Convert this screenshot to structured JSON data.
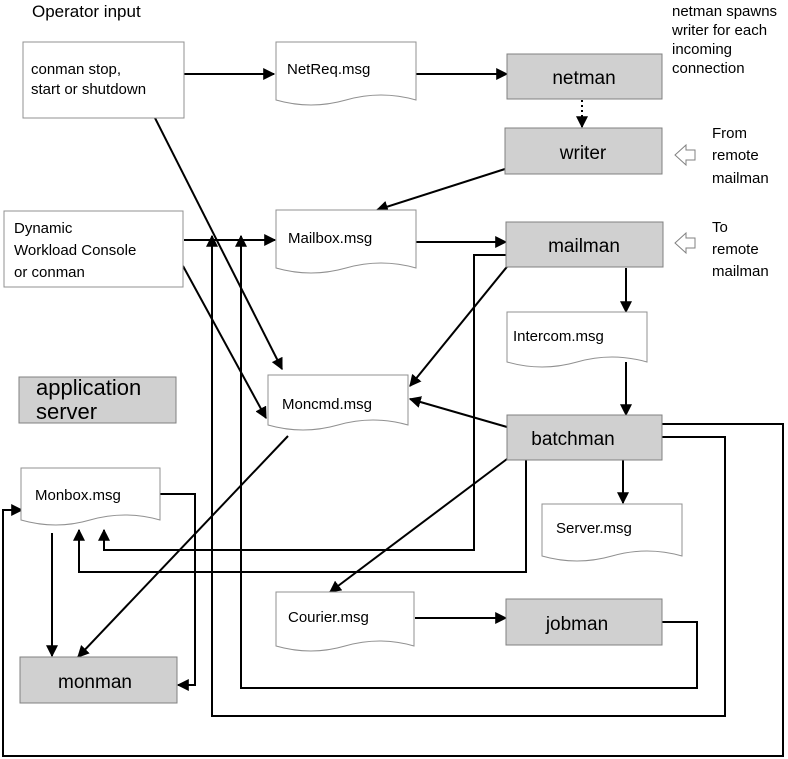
{
  "title": "Operator input",
  "nodes": {
    "conman_stop": [
      "conman stop,",
      "start or shutdown"
    ],
    "dwc": [
      "Dynamic",
      "Workload Console",
      "or conman"
    ],
    "app_server": [
      "application",
      "server"
    ],
    "netreq": "NetReq.msg",
    "mailbox": "Mailbox.msg",
    "moncmd": "Moncmd.msg",
    "monbox": "Monbox.msg",
    "courier": "Courier.msg",
    "intercom": "Intercom.msg",
    "server_msg": "Server.msg",
    "netman": "netman",
    "writer": "writer",
    "mailman": "mailman",
    "batchman": "batchman",
    "jobman": "jobman",
    "monman": "monman"
  },
  "notes": {
    "netman_spawns": [
      "netman spawns",
      "writer for each",
      "incoming",
      "connection"
    ],
    "from_remote": [
      "From",
      "remote",
      "mailman"
    ],
    "to_remote": [
      "To",
      "remote",
      "mailman"
    ]
  }
}
